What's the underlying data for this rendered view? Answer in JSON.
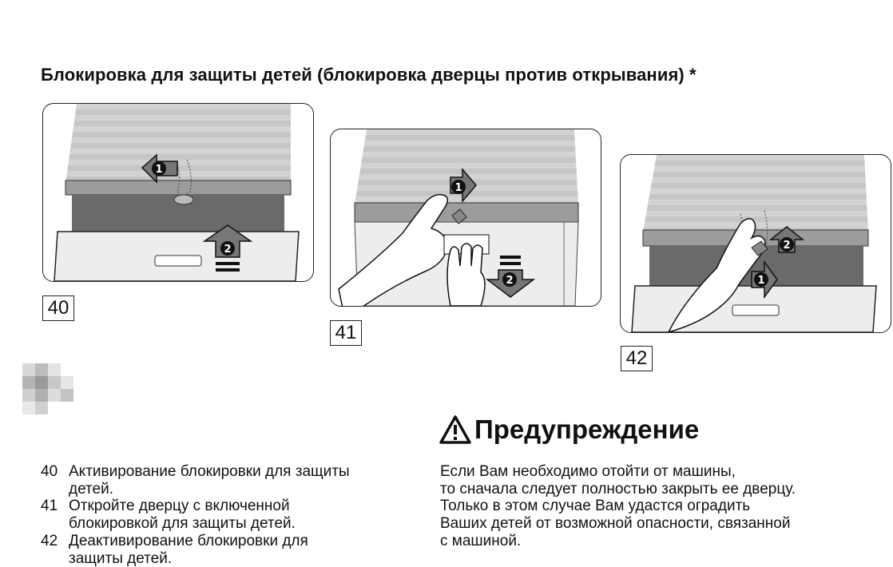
{
  "heading": "Блокировка для защиты детей (блокировка дверцы против открывания) *",
  "figures": [
    {
      "number": "40"
    },
    {
      "number": "41"
    },
    {
      "number": "42"
    }
  ],
  "captions": [
    {
      "number": "40",
      "text": "Активирование блокировки для защиты детей."
    },
    {
      "number": "41",
      "text": "Откройте дверцу с включенной блокировкой для защиты детей."
    },
    {
      "number": "42",
      "text": "Деактивирование блокировки для защиты детей."
    }
  ],
  "warning": {
    "title": "Предупреждение",
    "lines": [
      "Если Вам необходимо отойти от машины,",
      "то сначала следует полностью закрыть ее дверцу.",
      "Только в этом случае Вам удастся оградить",
      "Ваших детей от возможной опасности, связанной",
      "с машиной."
    ]
  },
  "step_markers": [
    "1",
    "2"
  ],
  "icons": [
    "warning-triangle-icon",
    "arrow-icon",
    "hand-icon"
  ]
}
